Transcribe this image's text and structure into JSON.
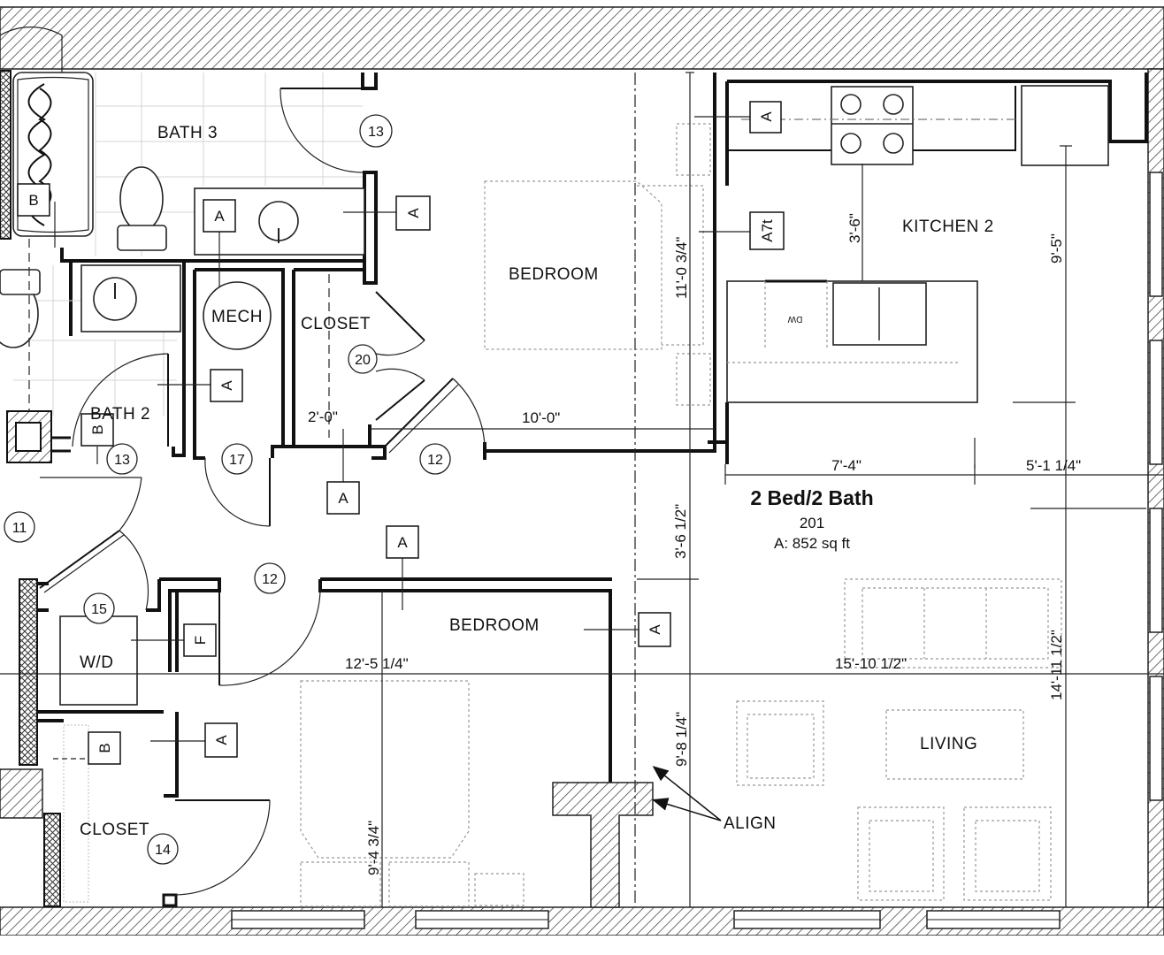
{
  "unit": {
    "title": "2 Bed/2 Bath",
    "number": "201",
    "area": "A: 852 sq ft"
  },
  "rooms": {
    "bath3": "BATH 3",
    "bath2": "BATH 2",
    "mech": "MECH",
    "closet_upper": "CLOSET",
    "closet_lower": "CLOSET",
    "bedroom_upper": "BEDROOM",
    "bedroom_lower": "BEDROOM",
    "kitchen": "KITCHEN 2",
    "living": "LIVING",
    "wd": "W/D"
  },
  "dimensions": {
    "d_2_0": "2'-0\"",
    "d_10_0": "10'-0\"",
    "d_11_0_3_4": "11'-0 3/4\"",
    "d_3_6": "3'-6\"",
    "d_9_5": "9'-5\"",
    "d_7_4": "7'-4\"",
    "d_5_1_1_4": "5'-1 1/4\"",
    "d_3_6_1_2": "3'-6 1/2\"",
    "d_12_5_1_4": "12'-5 1/4\"",
    "d_15_10_1_2": "15'-10 1/2\"",
    "d_14_11_1_2": "14'-11 1/2\"",
    "d_9_8_1_4": "9'-8 1/4\"",
    "d_9_4_3_4": "9'-4 3/4\""
  },
  "tags": {
    "a": "A",
    "b": "B",
    "f": "F",
    "a7t": "A7t",
    "dw": "DW"
  },
  "door_numbers": {
    "n11": "11",
    "n12": "12",
    "n13": "13",
    "n14": "14",
    "n15": "15",
    "n17": "17",
    "n20": "20"
  },
  "annotations": {
    "align": "ALIGN"
  }
}
